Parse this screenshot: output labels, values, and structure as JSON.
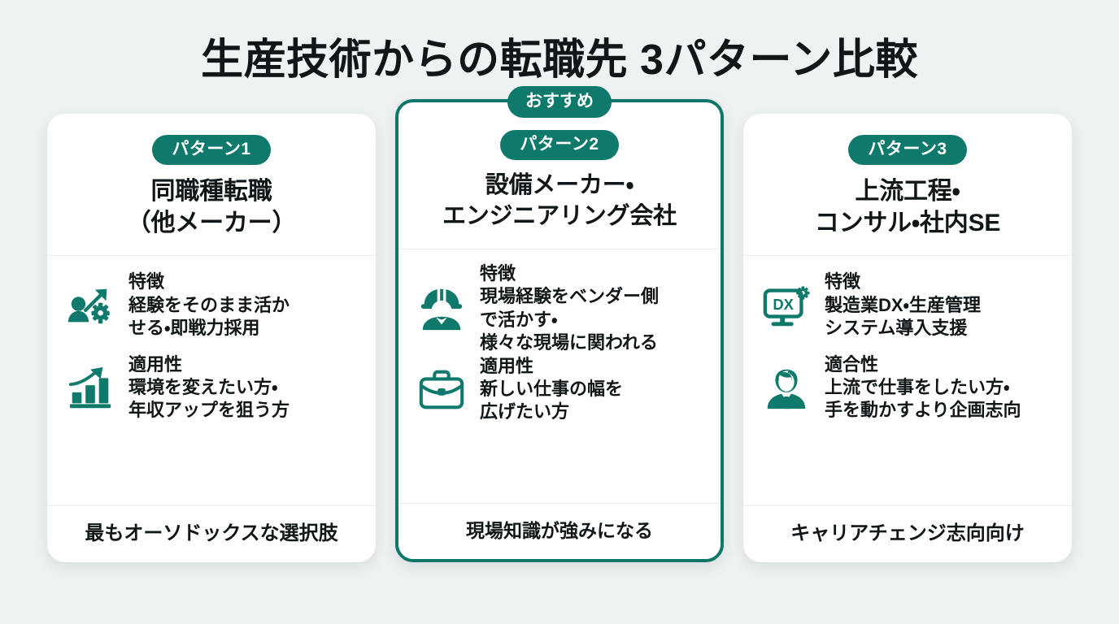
{
  "header": {
    "title": "生産技術からの転職先 3パターン比較"
  },
  "theme": {
    "accent": "#0f7a6c",
    "featured_border": "#0e7767",
    "background": "#eef2f2",
    "card_background": "#ffffff",
    "text": "#111619"
  },
  "recommend_badge": "おすすめ",
  "cards": [
    {
      "pattern_label": "パターン1",
      "title": "同職種転職\n（他メーカー）",
      "featured": false,
      "features": [
        {
          "icon": "person-gear-arrow-icon",
          "label": "特徴",
          "desc": "経験をそのまま活か\nせる・即戦力採用"
        },
        {
          "icon": "growth-bar-chart-icon",
          "label": "適用性",
          "desc": "環境を変えたい方・\n年収アップを狙う方"
        }
      ],
      "footer": "最もオーソドックスな選択肢"
    },
    {
      "pattern_label": "パターン2",
      "title": "設備メーカー・\nエンジニアリング会社",
      "featured": true,
      "features": [
        {
          "icon": "engineer-helmet-icon",
          "label": "特徴",
          "desc": "現場経験をベンダー側\nで活かす・\n様々な現場に関われる"
        },
        {
          "icon": "briefcase-icon",
          "label": "適用性",
          "desc": "新しい仕事の幅を\n広げたい方"
        }
      ],
      "footer": "現場知識が強みになる"
    },
    {
      "pattern_label": "パターン3",
      "title": "上流工程・\nコンサル・社内SE",
      "featured": false,
      "features": [
        {
          "icon": "dx-monitor-gear-icon",
          "label": "特徴",
          "desc": "製造業DX・生産管理\nシステム導入支援"
        },
        {
          "icon": "businessman-icon",
          "label": "適合性",
          "desc": "上流で仕事をしたい方・\n手を動かすより企画志向"
        }
      ],
      "footer": "キャリアチェンジ志向向け"
    }
  ]
}
